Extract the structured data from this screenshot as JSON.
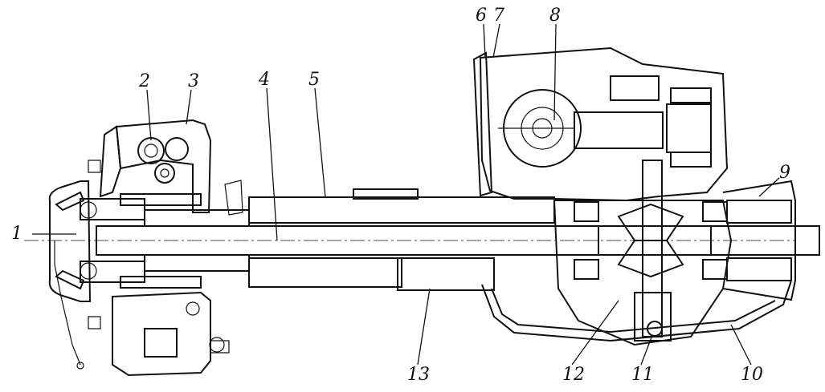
{
  "drawing": {
    "callouts": [
      {
        "id": "1",
        "label": "1"
      },
      {
        "id": "2",
        "label": "2"
      },
      {
        "id": "3",
        "label": "3"
      },
      {
        "id": "4",
        "label": "4"
      },
      {
        "id": "5",
        "label": "5"
      },
      {
        "id": "6",
        "label": "6"
      },
      {
        "id": "7",
        "label": "7"
      },
      {
        "id": "8",
        "label": "8"
      },
      {
        "id": "9",
        "label": "9"
      },
      {
        "id": "10",
        "label": "10"
      },
      {
        "id": "11",
        "label": "11"
      },
      {
        "id": "12",
        "label": "12"
      },
      {
        "id": "13",
        "label": "13"
      }
    ]
  },
  "colors": {
    "ink": "#111111",
    "paper": "#ffffff"
  }
}
